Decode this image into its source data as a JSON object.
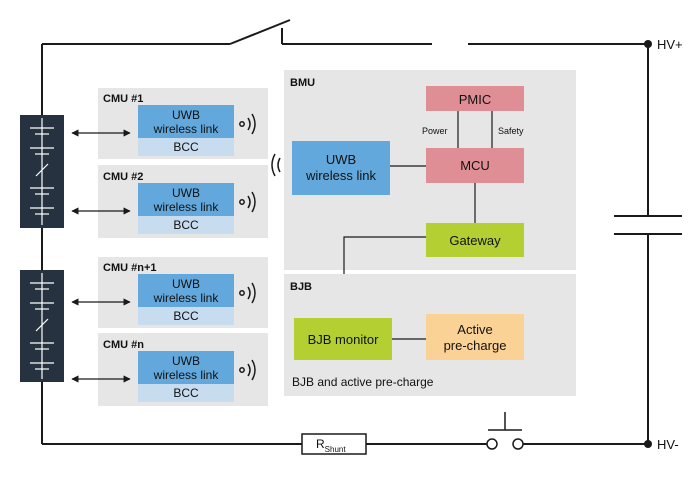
{
  "terminals": {
    "hv_plus": "HV+",
    "hv_minus": "HV-"
  },
  "cmus": [
    {
      "title": "CMU #1",
      "uwb_line1": "UWB",
      "uwb_line2": "wireless link",
      "bcc": "BCC"
    },
    {
      "title": "CMU #2",
      "uwb_line1": "UWB",
      "uwb_line2": "wireless link",
      "bcc": "BCC"
    },
    {
      "title": "CMU #n+1",
      "uwb_line1": "UWB",
      "uwb_line2": "wireless link",
      "bcc": "BCC"
    },
    {
      "title": "CMU #n",
      "uwb_line1": "UWB",
      "uwb_line2": "wireless link",
      "bcc": "BCC"
    }
  ],
  "bmu": {
    "title": "BMU",
    "uwb_line1": "UWB",
    "uwb_line2": "wireless link",
    "pmic": "PMIC",
    "mcu": "MCU",
    "gateway": "Gateway",
    "power_label": "Power",
    "safety_label": "Safety"
  },
  "bjb": {
    "title": "BJB",
    "monitor": "BJB monitor",
    "precharge_line1": "Active",
    "precharge_line2": "pre-charge",
    "caption": "BJB and active pre-charge"
  },
  "shunt": {
    "label": "R",
    "subscript": "Shunt"
  },
  "colors": {
    "panel": "#e6e6e6",
    "uwb": "#62a8dc",
    "bcc": "#c8dcf0",
    "pmic": "#e08e96",
    "gateway": "#b4cf32",
    "precharge": "#fbd295",
    "battery": "#26323f",
    "wire": "#1a1a1a"
  }
}
